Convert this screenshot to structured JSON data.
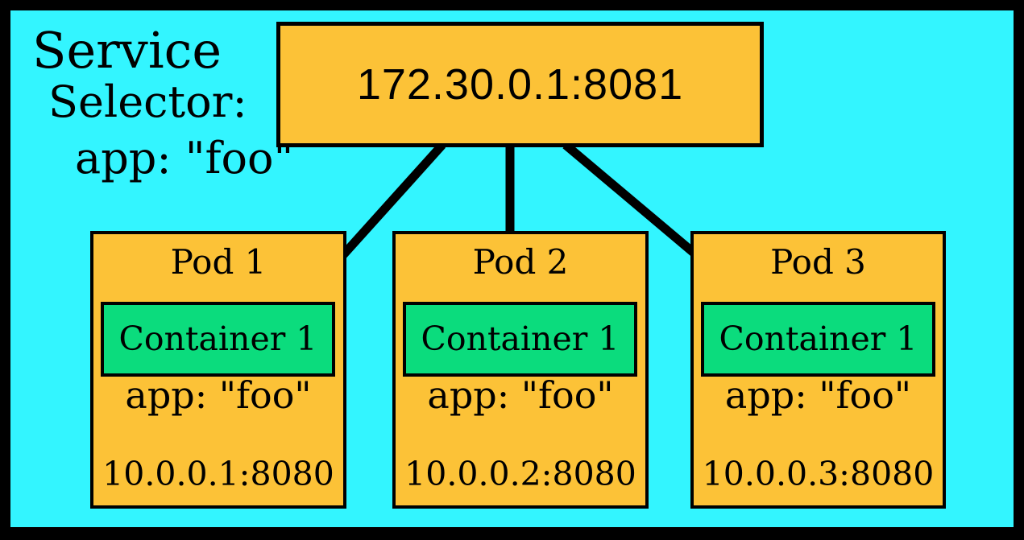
{
  "colors": {
    "background_border": "#000000",
    "cyan": "#33F5FF",
    "orange": "#FCC237",
    "green": "#0BDC7D"
  },
  "service": {
    "label": "Service",
    "selector_label": "Selector:",
    "selector_value": "app: \"foo\"",
    "address": "172.30.0.1:8081"
  },
  "pods": [
    {
      "name": "Pod 1",
      "container": "Container 1",
      "selector": "app: \"foo\"",
      "address": "10.0.0.1:8080"
    },
    {
      "name": "Pod 2",
      "container": "Container 1",
      "selector": "app: \"foo\"",
      "address": "10.0.0.2:8080"
    },
    {
      "name": "Pod 3",
      "container": "Container 1",
      "selector": "app: \"foo\"",
      "address": "10.0.0.3:8080"
    }
  ]
}
